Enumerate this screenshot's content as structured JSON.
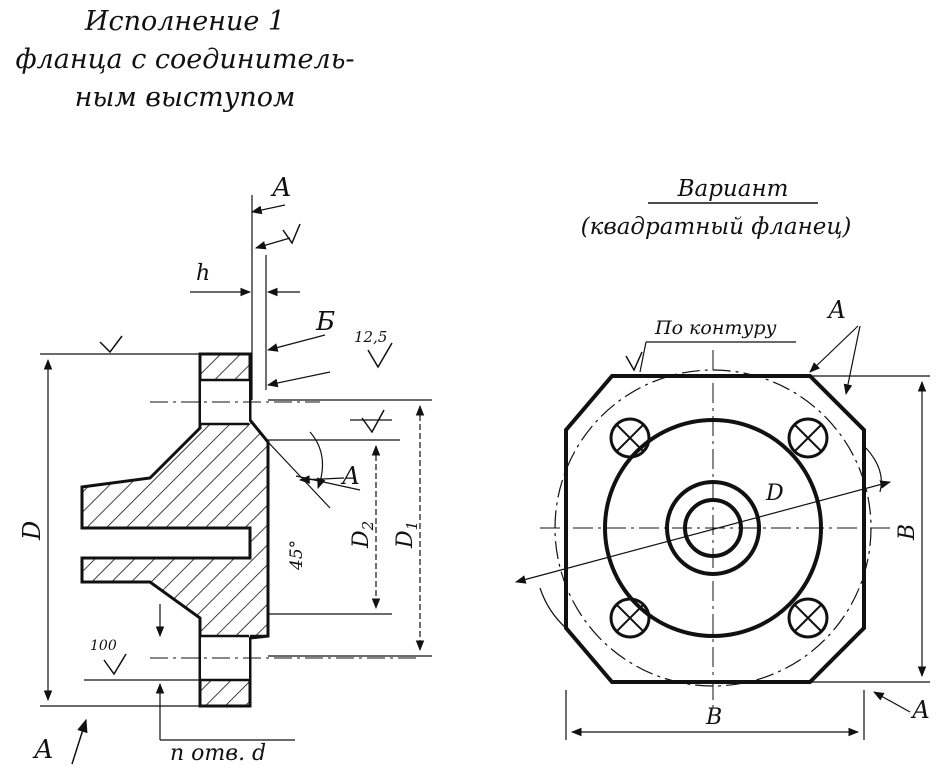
{
  "title": {
    "line1": "Исполнение 1",
    "line2": "фланца с соединитель-",
    "line3": "ным выступом"
  },
  "variant": {
    "line1": "Вариант",
    "line2": "(квадратный фланец)"
  },
  "labels": {
    "section_a": "А",
    "section_b": "Б",
    "h": "h",
    "roughness_12_5": "12,5",
    "roughness_100": "100",
    "D": "D",
    "D1": "D",
    "D1_sub": "1",
    "D2": "D",
    "D2_sub": "2",
    "angle_45": "45°",
    "holes": "n отв. d",
    "contour": "По контуру",
    "B": "В",
    "D_round": "D"
  },
  "colors": {
    "ink": "#111111",
    "paper": "#ffffff"
  }
}
